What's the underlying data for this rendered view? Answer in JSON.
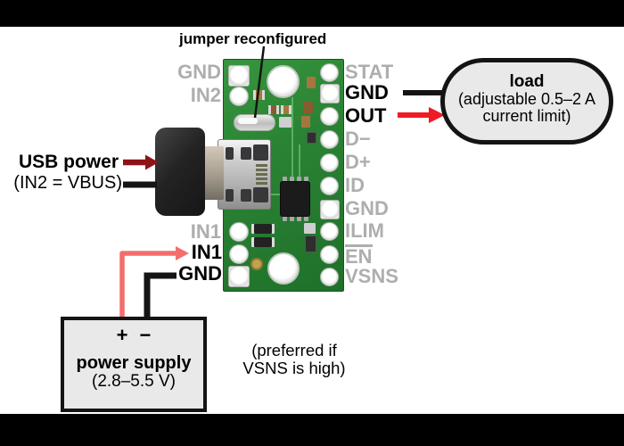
{
  "annotations": {
    "jumper_note": "jumper reconfigured",
    "usb_power_title": "USB power",
    "usb_power_sub": "(IN2 = VBUS)",
    "preferred_line1": "(preferred if",
    "preferred_line2": "VSNS is high)"
  },
  "load_box": {
    "title": "load",
    "line1": "(adjustable 0.5–2 A",
    "line2": "current limit)"
  },
  "power_supply": {
    "plus": "+",
    "minus": "−",
    "title": "power supply",
    "subtitle": "(2.8–5.5 V)"
  },
  "board": {
    "left_pins": [
      {
        "label": "GND"
      },
      {
        "label": "IN2"
      },
      {
        "label": "IN1"
      },
      {
        "label": "IN1"
      },
      {
        "label": "GND"
      }
    ],
    "right_pins": [
      {
        "label": "STAT"
      },
      {
        "label": "GND"
      },
      {
        "label": "OUT"
      },
      {
        "label": "D−"
      },
      {
        "label": "D+"
      },
      {
        "label": "ID"
      },
      {
        "label": "GND"
      },
      {
        "label": "ILIM"
      },
      {
        "label": "EN"
      },
      {
        "label": "VSNS"
      }
    ]
  },
  "colors": {
    "pcb_green": "#2a8334",
    "wire_red": "#ee1b24",
    "wire_salmon": "#f46d6d",
    "wire_dark_red": "#8e1317",
    "wire_black": "#141414",
    "label_gray": "#aeaeae",
    "box_fill": "#e9e9e9"
  }
}
